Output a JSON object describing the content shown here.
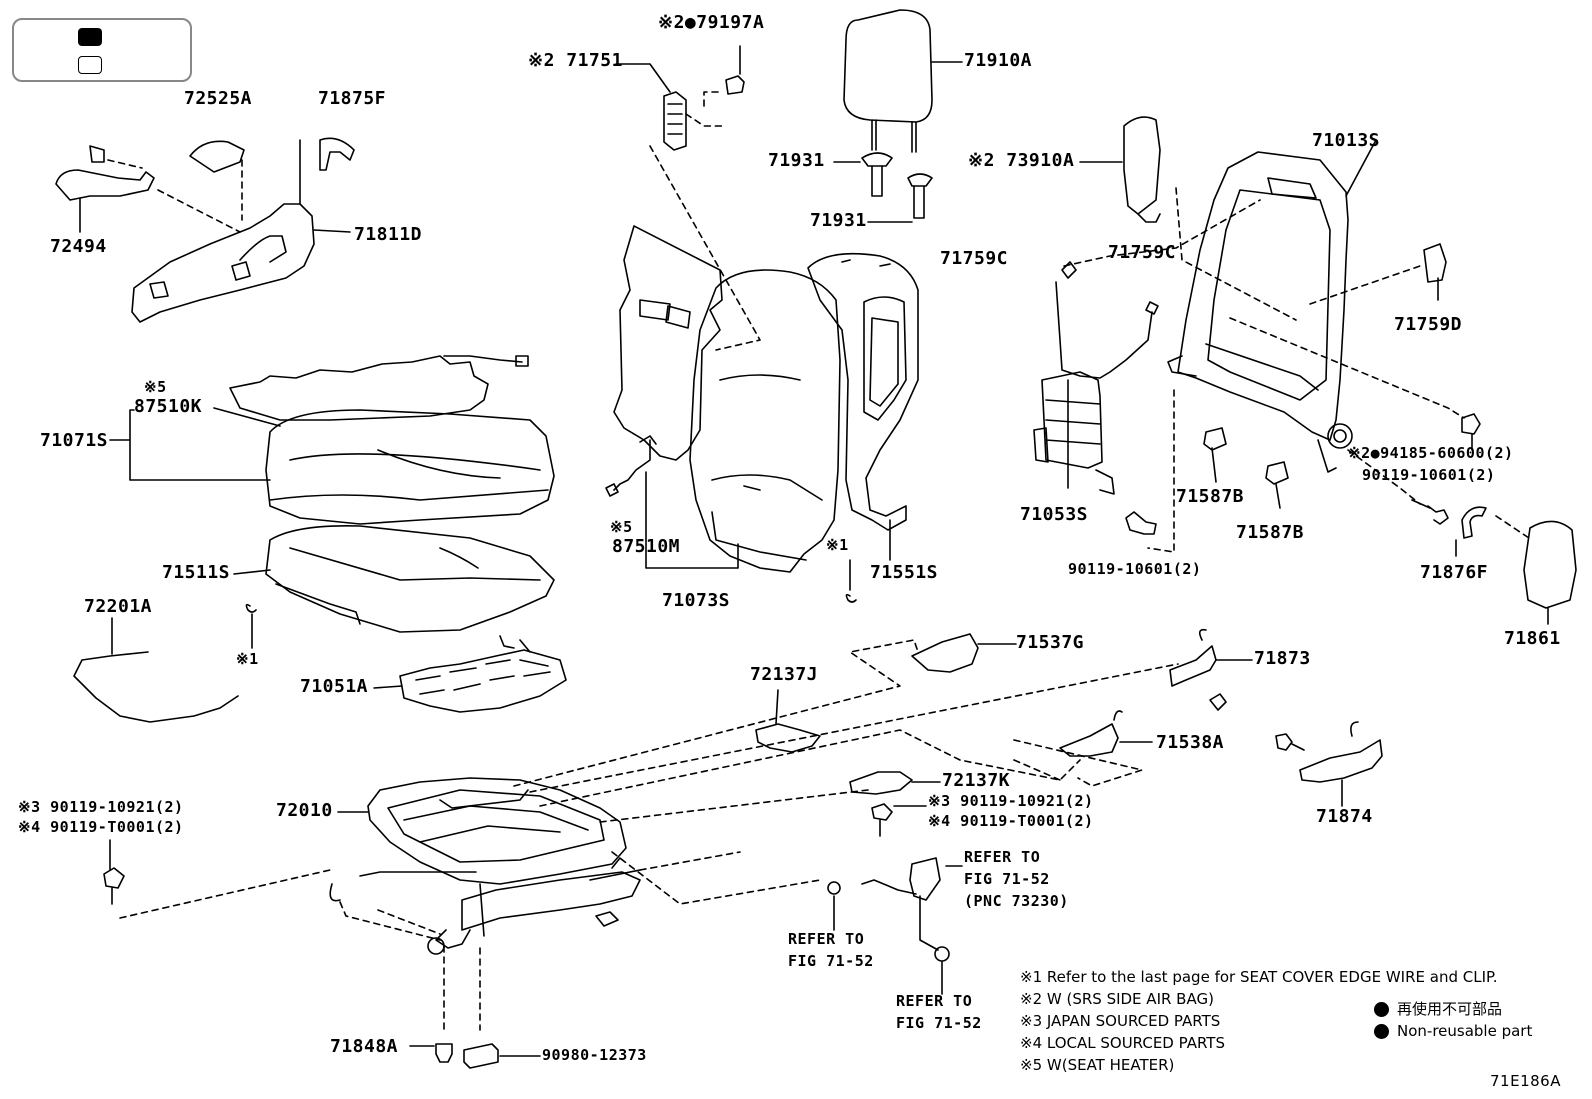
{
  "figure_code": "71E186A",
  "parts": {
    "p79197A": "※2●79197A",
    "p71751": "※2 71751",
    "p71910A": "71910A",
    "p72525A": "72525A",
    "p71875F": "71875F",
    "p71931a": "71931",
    "p71931b": "71931",
    "p72494": "72494",
    "p71811D": "71811D",
    "p73910A": "※2 73910A",
    "p71013S": "71013S",
    "p71759Ca": "71759C",
    "p71759Cb": "71759C",
    "p71759D": "71759D",
    "p87510K_mark": "※5",
    "p87510K": "87510K",
    "p71071S": "71071S",
    "p94185": "※2●94185-60600(2)",
    "p90119_10601a": "90119-10601(2)",
    "p71053S": "71053S",
    "p71587Ba": "71587B",
    "p71587Bb": "71587B",
    "p87510M_mark": "※5",
    "p87510M": "87510M",
    "p71511S": "71511S",
    "p71551S": "71551S",
    "p71073S": "71073S",
    "p90119_10601b": "90119-10601(2)",
    "p71876F": "71876F",
    "p71861": "71861",
    "p72201A": "72201A",
    "mark1a": "※1",
    "mark1b": "※1",
    "p71051A": "71051A",
    "p71537G": "71537G",
    "p72137J": "72137J",
    "p71873": "71873",
    "p71538A": "71538A",
    "p72137K": "72137K",
    "p71874": "71874",
    "p72010": "72010",
    "p_left_10921": "※3 90119-10921(2)",
    "p_left_T0001": "※4 90119-T0001(2)",
    "p_mid_10921": "※3 90119-10921(2)",
    "p_mid_T0001": "※4 90119-T0001(2)",
    "refer1": [
      "REFER TO",
      "FIG 71-52",
      "(PNC 73230)"
    ],
    "refer2": [
      "REFER TO",
      "FIG 71-52"
    ],
    "refer3": [
      "REFER TO",
      "FIG 71-52"
    ],
    "p71848A": "71848A",
    "p90980": "90980-12373"
  },
  "notes": [
    "※1  Refer to the last page for SEAT COVER EDGE WIRE and CLIP.",
    "※2  W (SRS SIDE AIR BAG)",
    "※3  JAPAN SOURCED PARTS",
    "※4  LOCAL SOURCED PARTS",
    "※5  W(SEAT HEATER)"
  ],
  "legend": {
    "jp": "再使用不可部品",
    "en": "Non-reusable part"
  }
}
